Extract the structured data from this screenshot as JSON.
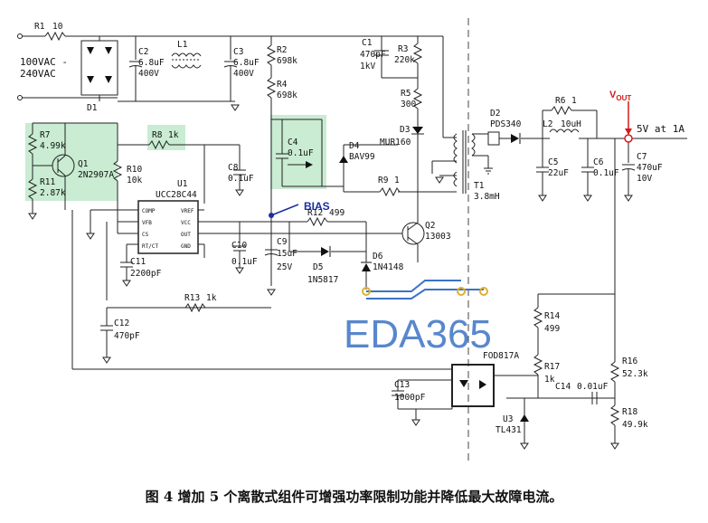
{
  "labels": {
    "r1": "R1",
    "r1_val": "10",
    "vin1": "100VAC -",
    "vin2": "240VAC",
    "c2": "C2",
    "c2_v1": "6.8uF",
    "c2_v2": "400V",
    "l1": "L1",
    "c3": "C3",
    "c3_v1": "6.8uF",
    "c3_v2": "400V",
    "d1": "D1",
    "r2": "R2",
    "r2_val": "698k",
    "r4": "R4",
    "r4_val": "698k",
    "c1": "C1",
    "c1_v1": "470pF",
    "c1_v2": "1kV",
    "r3": "R3",
    "r3_val": "220k",
    "r5": "R5",
    "r5_val": "300",
    "d3": "D3",
    "d3_val": "MUR160",
    "d2": "D2",
    "d2_val": "PDS340",
    "r6": "R6",
    "r6_val": "1",
    "l2": "L2",
    "l2_val": "10uH",
    "vout": "V",
    "vout_sub": "OUT",
    "out": "5V at 1A",
    "r7": "R7",
    "r7_val": "4.99k",
    "q1": "Q1",
    "q1_val": "2N2907A",
    "r11": "R11",
    "r11_val": "2.87k",
    "r8": "R8",
    "r8_val": "1k",
    "r10": "R10",
    "r10_val": "10k",
    "u1": "U1",
    "u1_val": "UCC28C44",
    "c8": "C8",
    "c8_val": "0.1uF",
    "c4": "C4",
    "c4_val": "0.1uF",
    "d4": "D4",
    "d4_val": "BAV99",
    "r9": "R9",
    "r9_val": "1",
    "t1": "T1",
    "t1_val": "3.8mH",
    "c5": "C5",
    "c5_val": "22uF",
    "c6": "C6",
    "c6_val": "0.1uF",
    "c7": "C7",
    "c7_v1": "470uF",
    "c7_v2": "10V",
    "bias": "BIAS",
    "r12": "R12",
    "r12_val": "499",
    "q2": "Q2",
    "q2_val": "13003",
    "c9": "C9",
    "c9_v1": "15uF",
    "c9_v2": "25V",
    "c10": "C10",
    "c10_val": "0.1uF",
    "d5": "D5",
    "d5_val": "1N5817",
    "d6": "D6",
    "d6_val": "1N4148",
    "c11": "C11",
    "c11_val": "2200pF",
    "r13": "R13",
    "r13_val": "1k",
    "c12": "C12",
    "c12_val": "470pF",
    "r14": "R14",
    "r14_val": "499",
    "u2_val": "FOD817A",
    "r17": "R17",
    "r17_val": "1k",
    "r16": "R16",
    "r16_val": "52.3k",
    "c13": "C13",
    "c13_val": "1000pF",
    "c14": "C14",
    "c14_val": "0.01uF",
    "u3": "U3",
    "u3_val": "TL431",
    "r18": "R18",
    "r18_val": "49.9k",
    "pin_comp": "COMP",
    "pin_vfb": "VFB",
    "pin_cs": "CS",
    "pin_rtct": "RT/CT",
    "pin_vref": "VREF",
    "pin_vcc": "VCC",
    "pin_out": "OUT",
    "pin_gnd": "GND"
  },
  "logo": "EDA365",
  "caption": "图 4 增加 5 个离散式组件可增强功率限制功能并降低最大故障电流。",
  "colors": {
    "highlight": "#c9ecd2",
    "accent": "#1b2fa0",
    "vout_red": "#d21a1a",
    "logo": "#3b73c4"
  }
}
